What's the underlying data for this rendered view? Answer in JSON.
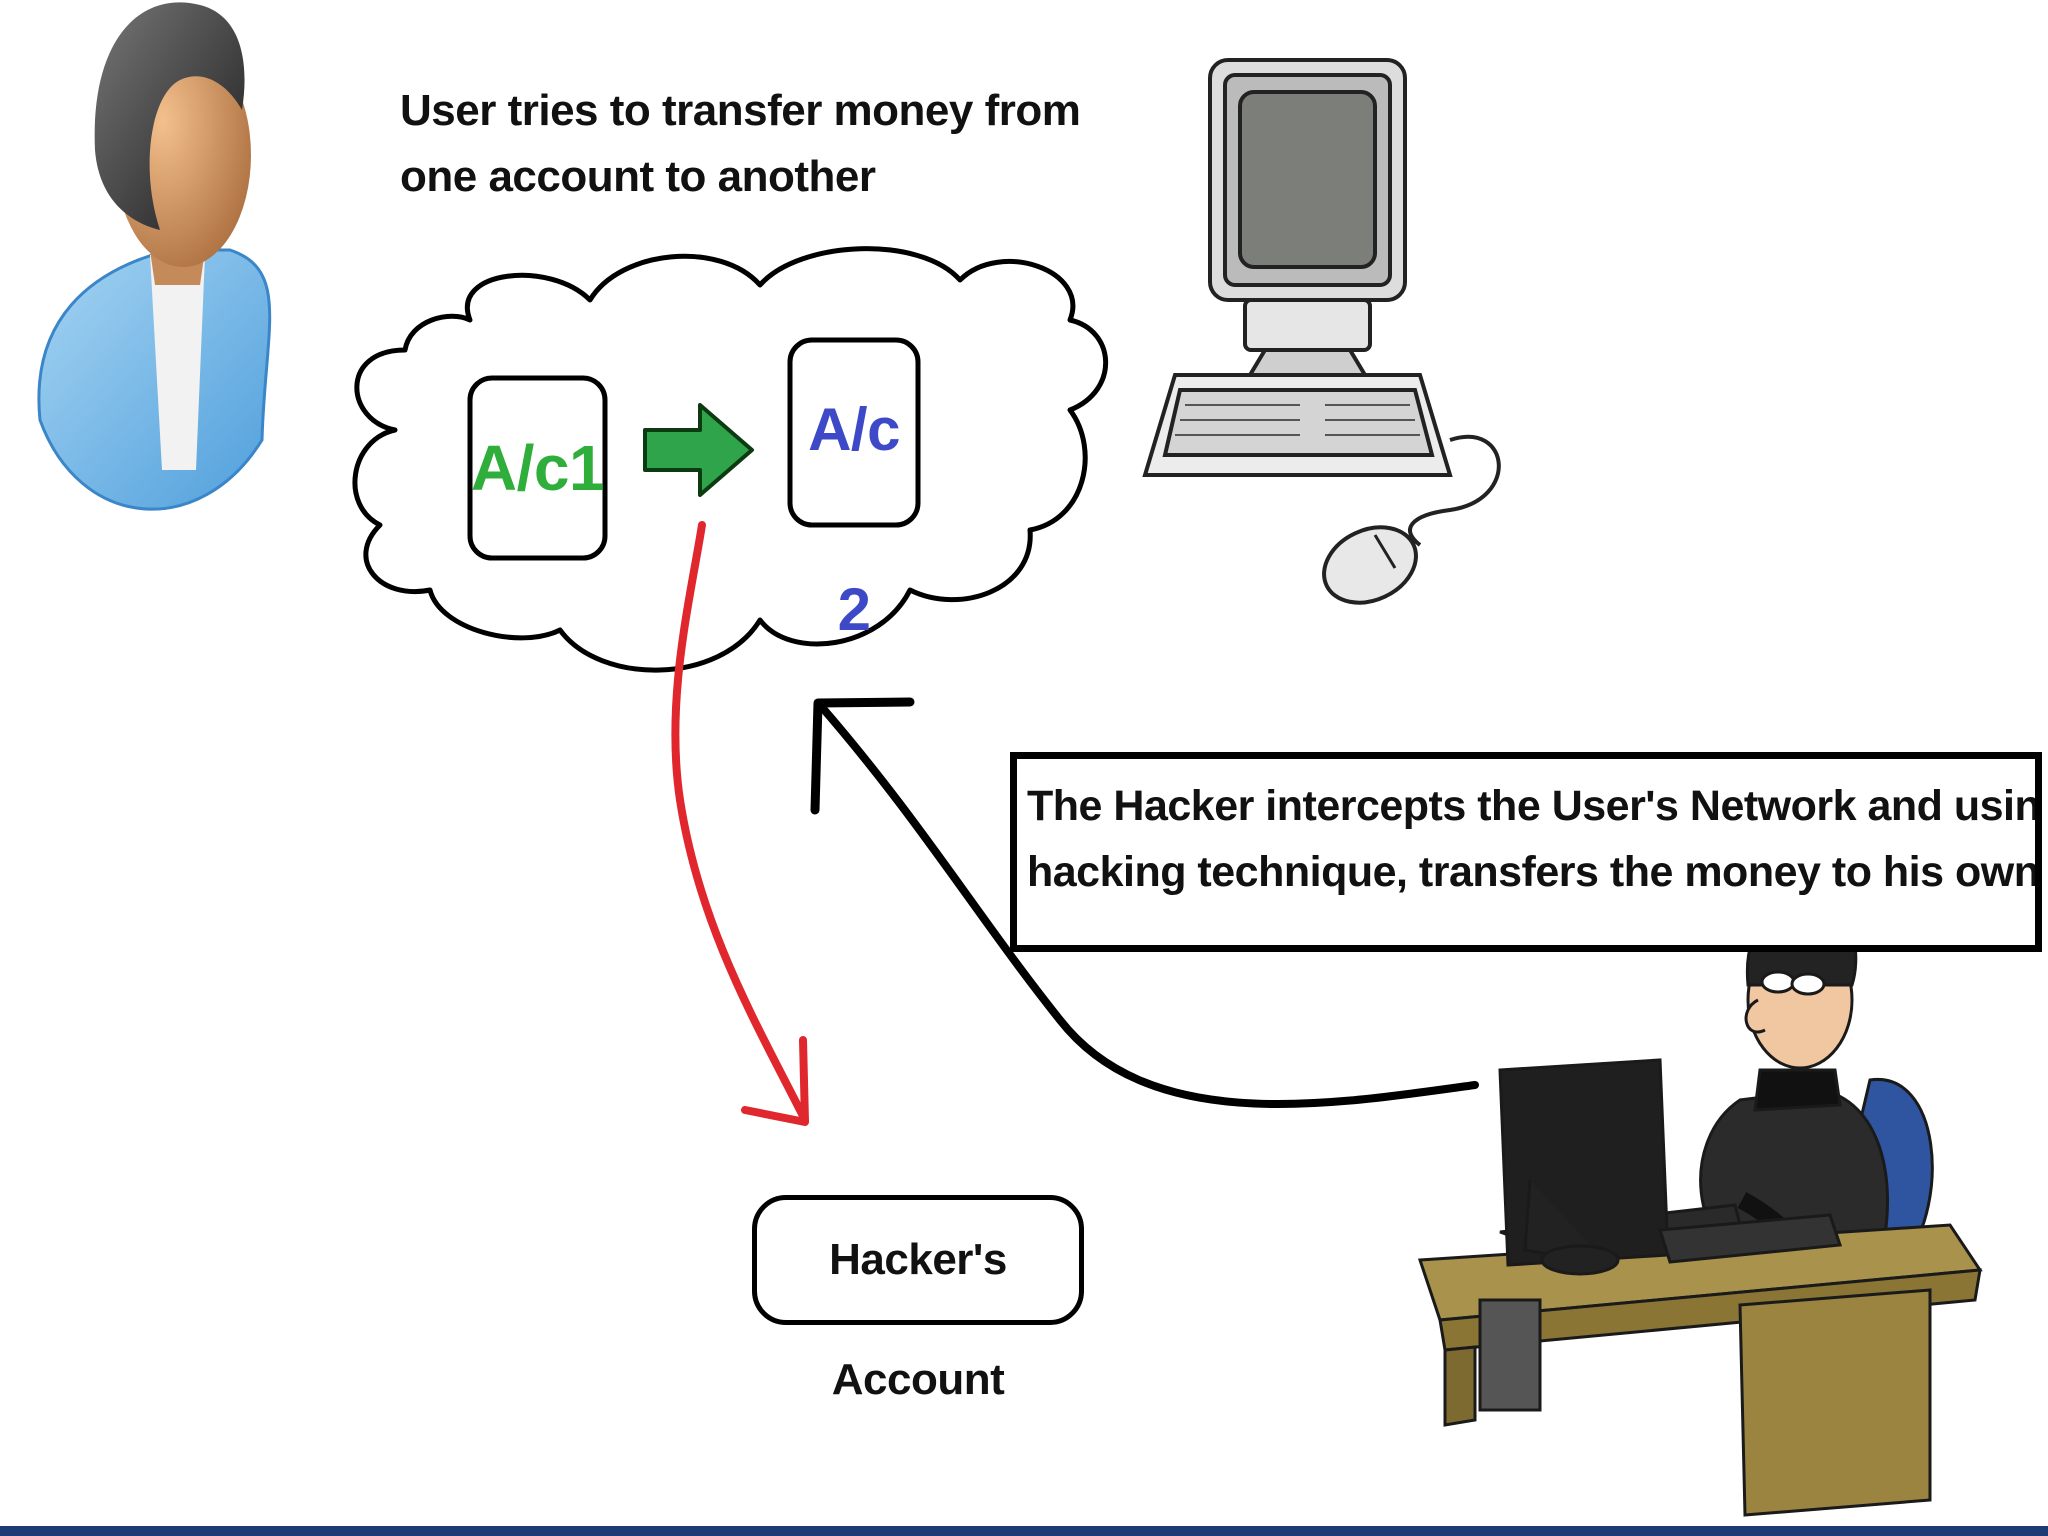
{
  "caption": "User tries to transfer money from one account to another",
  "accounts": {
    "source": "A/c1",
    "destination": "A/c 2"
  },
  "hacker_note": {
    "line1": "The Hacker intercepts the User's Network and using a",
    "line2": "hacking technique, transfers the money to his own account."
  },
  "hacker_account": "Hacker's Account",
  "colors": {
    "source_account": "#2fae3c",
    "destination_account": "#3e49c8",
    "transfer_arrow": "#2fa44a",
    "diverted_arrow": "#e0272d",
    "intercept_arrow": "#000000",
    "footer_bar": "#1f3b73"
  },
  "icons": [
    "user-avatar-icon",
    "desktop-computer-icon",
    "cloud-network-icon",
    "hacker-at-desk-icon"
  ]
}
